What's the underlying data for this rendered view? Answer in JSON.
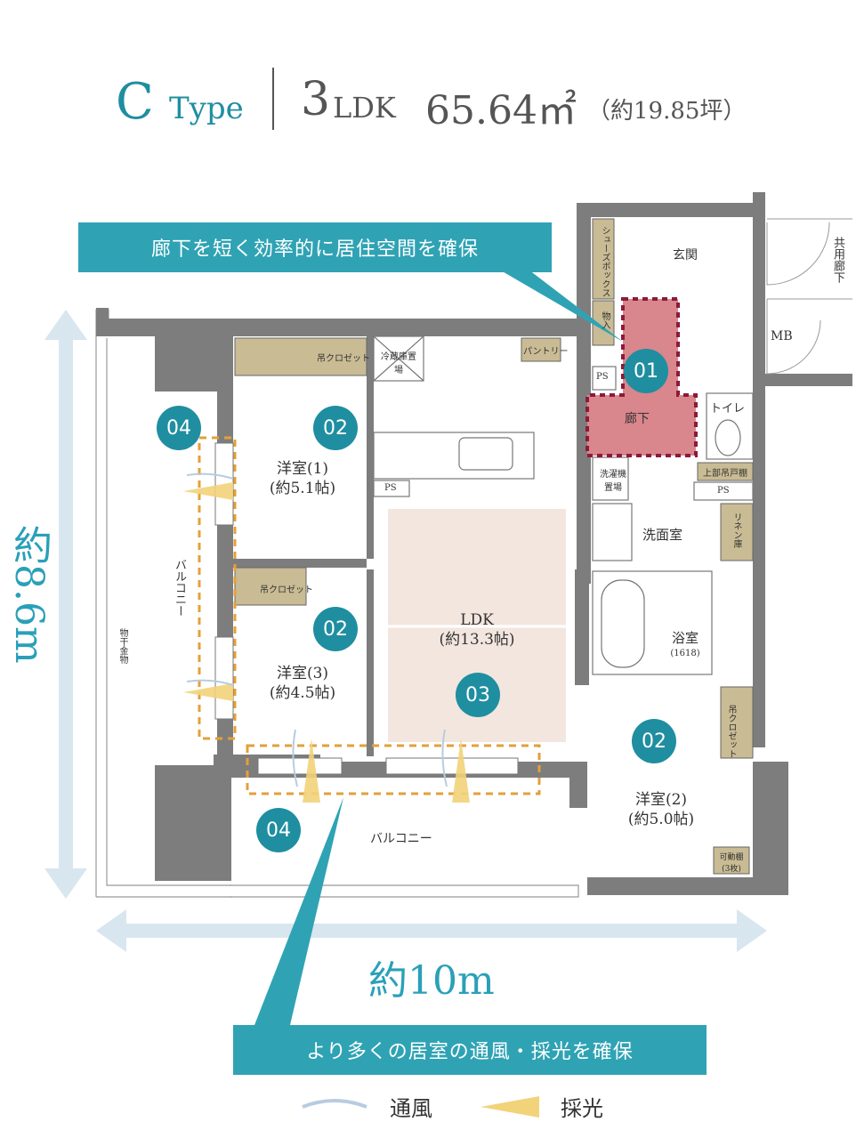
{
  "header": {
    "type_letter": "C",
    "type_word": "Type",
    "rooms_num": "3",
    "rooms_ldk": "LDK",
    "area": "65.64㎡",
    "tsubo": "（約19.85坪）"
  },
  "callouts": {
    "top": "廊下を短く効率的に居住空間を確保",
    "bottom": "より多くの居室の通風・採光を確保"
  },
  "badges": [
    "01",
    "02",
    "03",
    "04"
  ],
  "rooms": {
    "western1_name": "洋室(1)",
    "western1_size": "(約5.1帖)",
    "western3_name": "洋室(3)",
    "western3_size": "(約4.5帖)",
    "western2_name": "洋室(2)",
    "western2_size": "(約5.0帖)",
    "ldk_name": "LDK",
    "ldk_size": "(約13.3帖)",
    "hallway": "廊下",
    "entrance": "玄関",
    "toilet": "トイレ",
    "washroom": "洗面室",
    "bath": "浴室",
    "bath_size": "(1618)",
    "balcony_side": "バルコニー",
    "balcony_bottom": "バルコニー"
  },
  "small_labels": {
    "closet1": "吊クロゼット",
    "closet3": "吊クロゼット",
    "closet2": "吊クロゼット",
    "fridge": "冷蔵庫置場",
    "pantry": "パントリー",
    "shoebox": "シューズボックス",
    "storage": "物入",
    "ps": "PS",
    "washer": "洗濯機置場",
    "upper_shelf": "上部吊戸棚",
    "linen": "リネン庫",
    "movable_shelf": "可動棚(3枚)",
    "common_hall": "共用廊下",
    "mb": "MB",
    "drying": "物干金物"
  },
  "dimensions": {
    "vertical": "約8.6m",
    "horizontal": "約10m"
  },
  "legend": {
    "wind": "通風",
    "light": "採光"
  },
  "colors": {
    "teal": "#1f8ea0",
    "callout": "#2fa3b4",
    "wall": "#7d7d7d",
    "storage": "#c9bb94",
    "ldk_fill": "#f3e6df",
    "hall_fill": "#d9868c",
    "dim_arrow": "#d8e6ef"
  }
}
